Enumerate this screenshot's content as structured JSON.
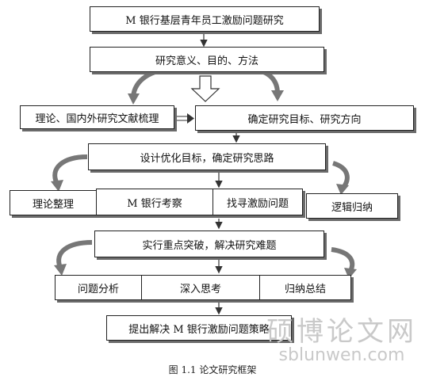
{
  "title": "M 银行基层青年员工激励问题研究",
  "step1": "研究意义、目的、方法",
  "step2": {
    "left": "理论、国内外研究文献梳理",
    "right": "确定研究目标、研究方向"
  },
  "step3": "设计优化目标，确定研究思路",
  "step4": [
    "理论整理",
    "M 银行考察",
    "找寻激励问题",
    "逻辑归纳"
  ],
  "step5": "实行重点突破，解决研究难题",
  "step6": [
    "问题分析",
    "深入思考",
    "归纳总结"
  ],
  "step7": "提出解决 M 银行激励问题策略",
  "caption": "图 1.1    论文研究框架",
  "watermark": {
    "cn": "硕博论文网",
    "en": "sblunwen.com"
  }
}
